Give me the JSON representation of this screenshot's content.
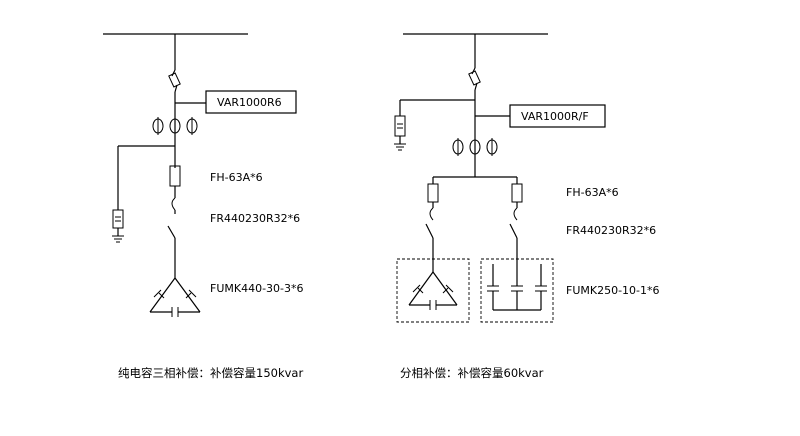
{
  "left": {
    "controller_label": "VAR1000R6",
    "fuse_label": "FH-63A*6",
    "thyristor_label": "FR440230R32*6",
    "capacitor_label": "FUMK440-30-3*6",
    "caption": "纯电容三相补偿：补偿容量150kvar"
  },
  "right": {
    "controller_label": "VAR1000R/F",
    "fuse_label": "FH-63A*6",
    "thyristor_label": "FR440230R32*6",
    "capacitor_label": "FUMK250-10-1*6",
    "caption": "分相补偿：补偿容量60kvar"
  }
}
